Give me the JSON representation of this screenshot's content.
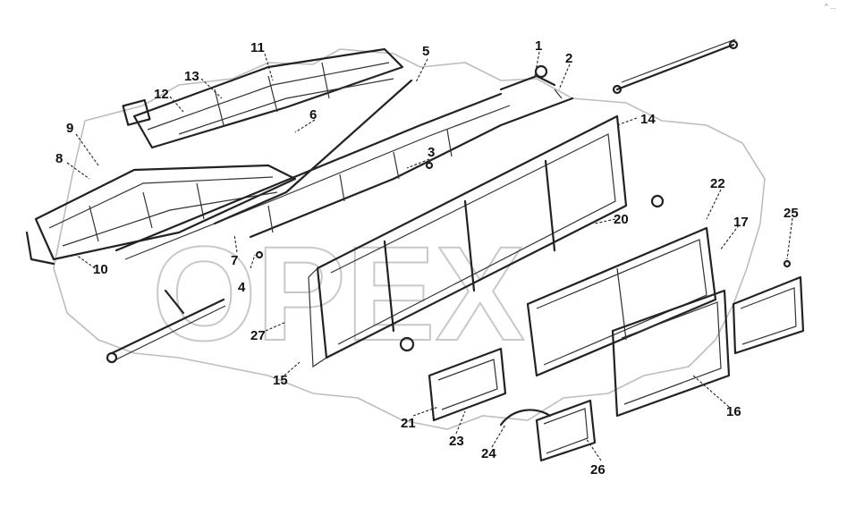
{
  "diagram": {
    "callouts": [
      {
        "id": "c1",
        "label": "1"
      },
      {
        "id": "c2",
        "label": "2"
      },
      {
        "id": "c3",
        "label": "3"
      },
      {
        "id": "c4",
        "label": "4"
      },
      {
        "id": "c5",
        "label": "5"
      },
      {
        "id": "c6",
        "label": "6"
      },
      {
        "id": "c7",
        "label": "7"
      },
      {
        "id": "c8",
        "label": "8"
      },
      {
        "id": "c9",
        "label": "9"
      },
      {
        "id": "c10",
        "label": "10"
      },
      {
        "id": "c11",
        "label": "11"
      },
      {
        "id": "c12",
        "label": "12"
      },
      {
        "id": "c13",
        "label": "13"
      },
      {
        "id": "c14",
        "label": "14"
      },
      {
        "id": "c15",
        "label": "15"
      },
      {
        "id": "c16",
        "label": "16"
      },
      {
        "id": "c17",
        "label": "17"
      },
      {
        "id": "c20",
        "label": "20"
      },
      {
        "id": "c21",
        "label": "21"
      },
      {
        "id": "c22",
        "label": "22"
      },
      {
        "id": "c23",
        "label": "23"
      },
      {
        "id": "c24",
        "label": "24"
      },
      {
        "id": "c25",
        "label": "25"
      },
      {
        "id": "c26",
        "label": "26"
      },
      {
        "id": "c27",
        "label": "27"
      }
    ],
    "watermark": {
      "text": "OPEX"
    },
    "corner_mark": {
      "text": "^ ..."
    },
    "colors": {
      "ink": "#222222",
      "watermark": "#c0c0c0",
      "background": "#ffffff"
    }
  }
}
